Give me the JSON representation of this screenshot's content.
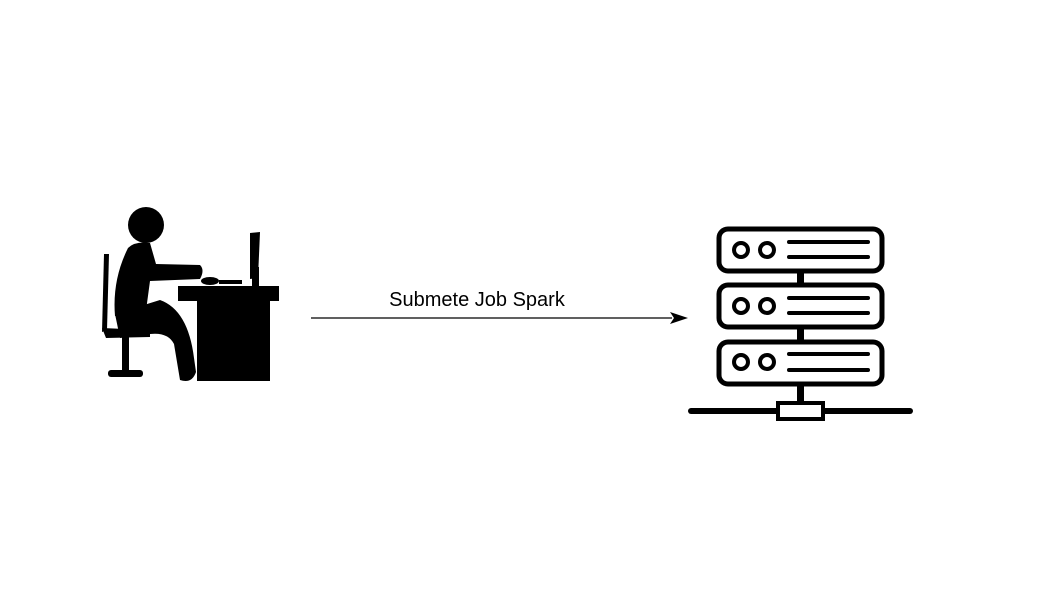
{
  "diagram": {
    "nodes": [
      {
        "id": "user",
        "icon": "person-at-computer-icon"
      },
      {
        "id": "cluster",
        "icon": "server-rack-icon"
      }
    ],
    "edges": [
      {
        "from": "user",
        "to": "cluster",
        "label": "Submete Job Spark"
      }
    ]
  },
  "colors": {
    "foreground": "#000000",
    "background": "#ffffff"
  }
}
